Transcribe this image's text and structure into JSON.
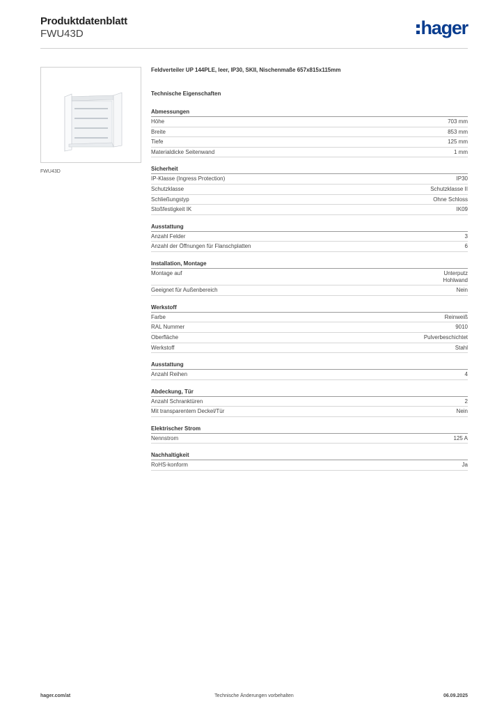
{
  "header": {
    "title": "Produktdatenblatt",
    "code": "FWU43D",
    "logo": "hager"
  },
  "image": {
    "caption": "FWU43D"
  },
  "product_description": "Feldverteiler UP 144PLE, leer, IP30, SKII, Nischenmaße 657x815x115mm",
  "tech_title": "Technische Eigenschaften",
  "sections": [
    {
      "title": "Abmessungen",
      "rows": [
        {
          "k": "Höhe",
          "v": "703 mm"
        },
        {
          "k": "Breite",
          "v": "853 mm"
        },
        {
          "k": "Tiefe",
          "v": "125 mm"
        },
        {
          "k": "Materialdicke Seitenwand",
          "v": "1 mm"
        }
      ]
    },
    {
      "title": "Sicherheit",
      "rows": [
        {
          "k": "IP-Klasse (Ingress Protection)",
          "v": "IP30"
        },
        {
          "k": "Schutzklasse",
          "v": "Schutzklasse II"
        },
        {
          "k": "Schließungstyp",
          "v": "Ohne Schloss"
        },
        {
          "k": "Stoßfestigkeit IK",
          "v": "IK09"
        }
      ]
    },
    {
      "title": "Ausstattung",
      "rows": [
        {
          "k": "Anzahl Felder",
          "v": "3"
        },
        {
          "k": "Anzahl der Öffnungen für Flanschplatten",
          "v": "6"
        }
      ]
    },
    {
      "title": "Installation, Montage",
      "rows": [
        {
          "k": "Montage auf",
          "v": "Unterputz\nHohlwand"
        },
        {
          "k": "Geeignet für Außenbereich",
          "v": "Nein"
        }
      ]
    },
    {
      "title": "Werkstoff",
      "rows": [
        {
          "k": "Farbe",
          "v": "Reinweiß"
        },
        {
          "k": "RAL Nummer",
          "v": "9010"
        },
        {
          "k": "Oberfläche",
          "v": "Pulverbeschichtet"
        },
        {
          "k": "Werkstoff",
          "v": "Stahl"
        }
      ]
    },
    {
      "title": "Ausstattung",
      "rows": [
        {
          "k": "Anzahl Reihen",
          "v": "4"
        }
      ]
    },
    {
      "title": "Abdeckung, Tür",
      "rows": [
        {
          "k": "Anzahl Schranktüren",
          "v": "2"
        },
        {
          "k": "Mit transparentem Deckel/Tür",
          "v": "Nein"
        }
      ]
    },
    {
      "title": "Elektrischer Strom",
      "rows": [
        {
          "k": "Nennstrom",
          "v": "125 A"
        }
      ]
    },
    {
      "title": "Nachhaltigkeit",
      "rows": [
        {
          "k": "RoHS-konform",
          "v": "Ja"
        }
      ]
    }
  ],
  "footer": {
    "left": "hager.com/at",
    "center": "Technische Änderungen vorbehalten",
    "right": "06.09.2025"
  },
  "colors": {
    "brand": "#0a3d8f"
  }
}
